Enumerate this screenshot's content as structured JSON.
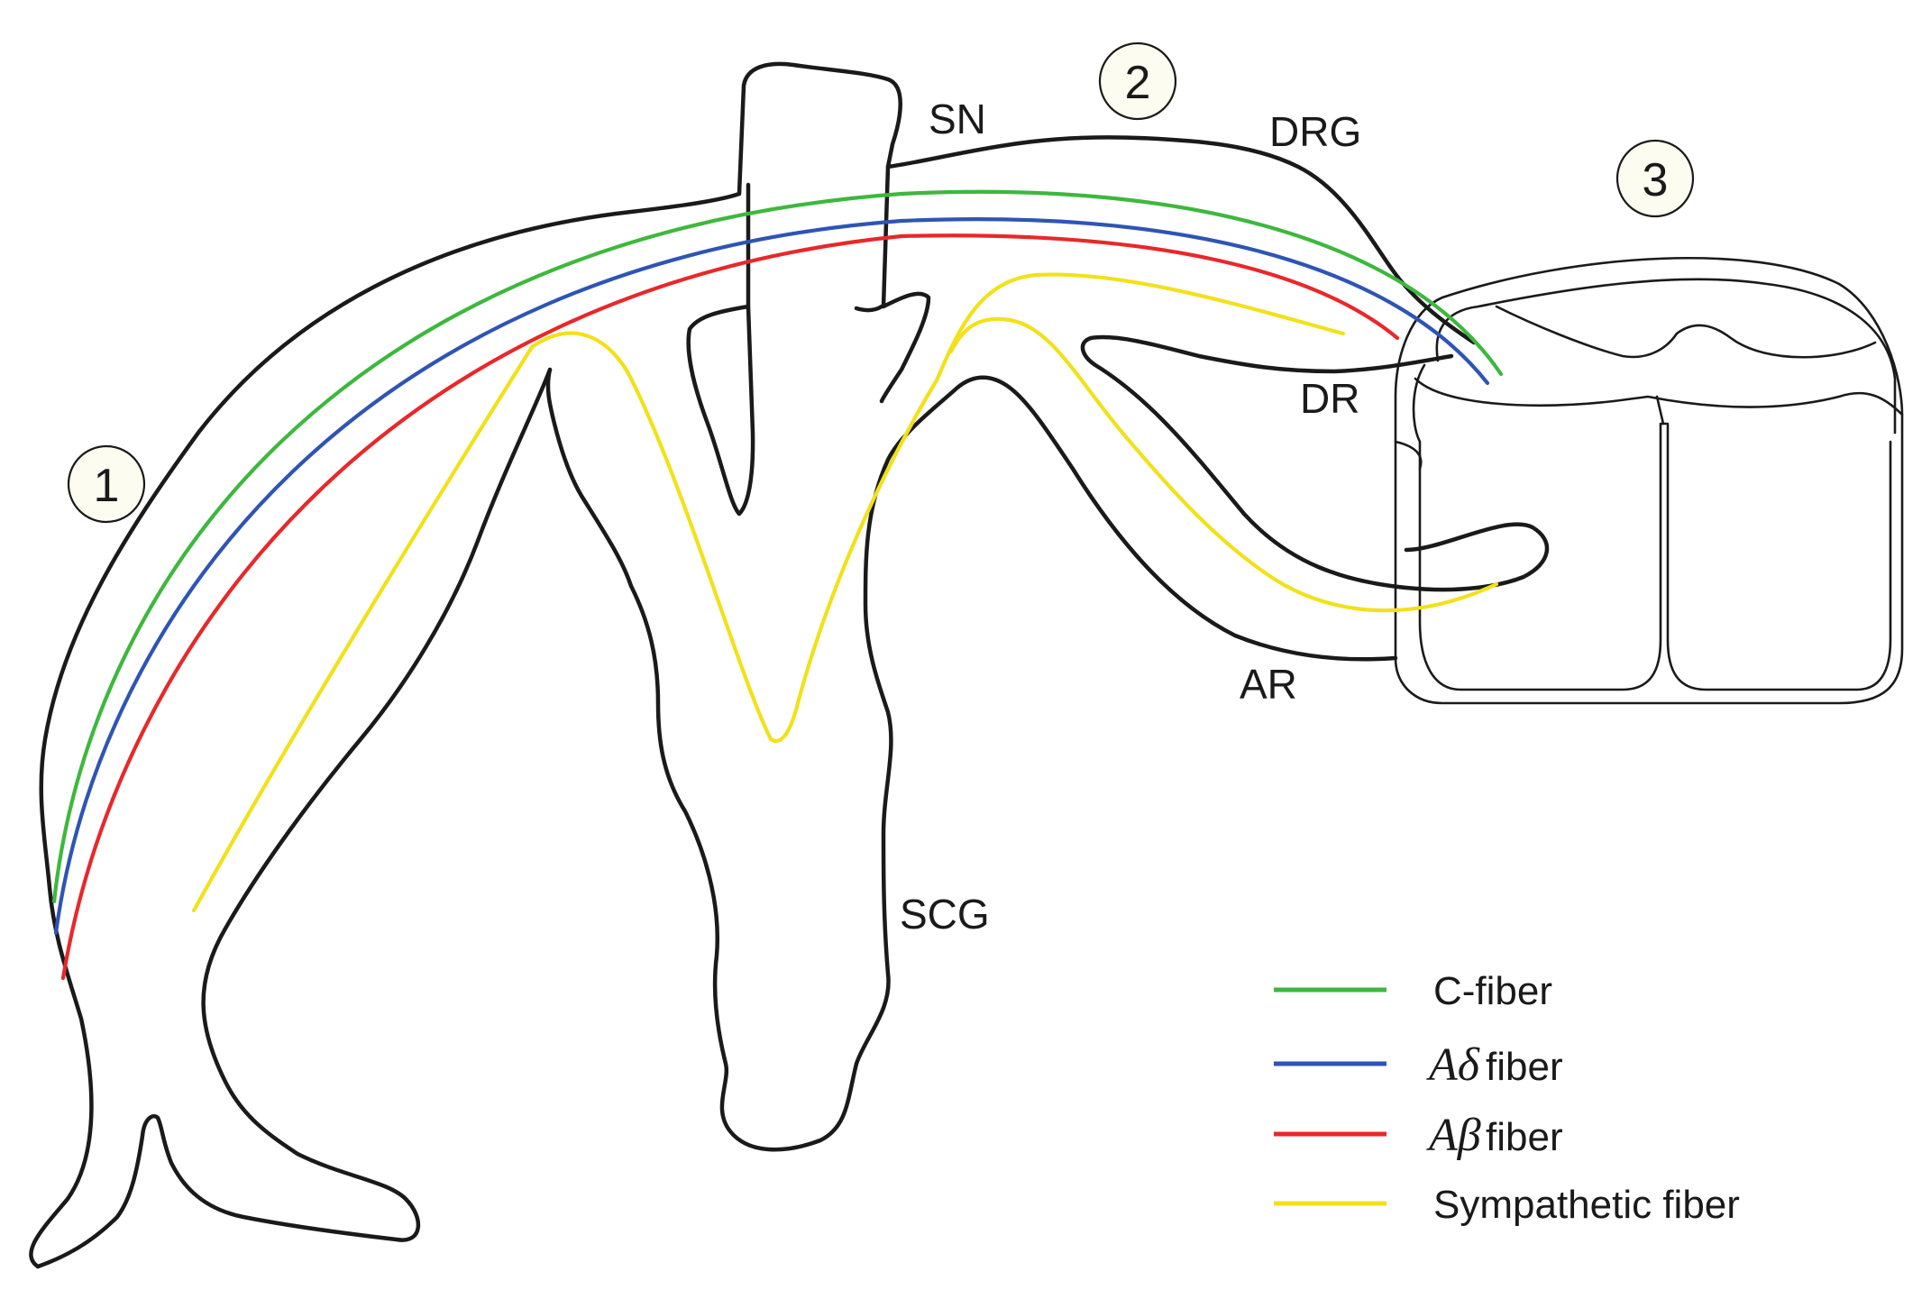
{
  "labels": {
    "sn": "SN",
    "drg": "DRG",
    "dr": "DR",
    "ar": "AR",
    "scg": "SCG"
  },
  "regions": [
    "1",
    "2",
    "3"
  ],
  "legend": [
    {
      "key": "c",
      "symbol": "",
      "text": "C-fiber",
      "color": "#3db83d"
    },
    {
      "key": "ad",
      "symbol": "Aδ",
      "text": "fiber",
      "color": "#2e55b4"
    },
    {
      "key": "ab",
      "symbol": "Aβ",
      "text": "fiber",
      "color": "#e8282a"
    },
    {
      "key": "sym",
      "symbol": "",
      "text": "Sympathetic fiber",
      "color": "#f2e11a"
    }
  ]
}
